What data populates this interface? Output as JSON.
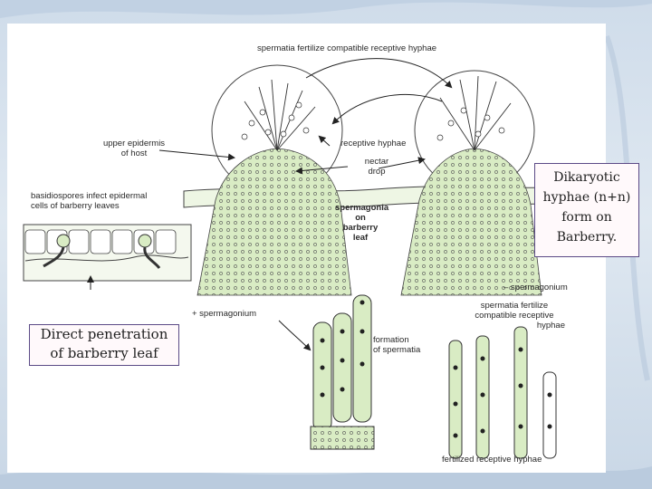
{
  "callouts": {
    "direct_penetration": [
      "Direct penetration",
      "of barberry leaf"
    ],
    "dikaryotic": [
      "Dikaryotic",
      "hyphae (n+n)",
      "form on",
      "Barberry."
    ]
  },
  "labels": {
    "spermatia_fertilize_top": "spermatia fertilize compatible receptive hyphae",
    "upper_epidermis": [
      "upper epidermis",
      "of host"
    ],
    "receptive_hyphae": "receptive hyphae",
    "nectar_drop": [
      "nectar",
      "drop"
    ],
    "basidiospores": [
      "basidiospores infect epidermal",
      "cells of barberry leaves"
    ],
    "spermagonia_on_leaf": [
      "spermagonia",
      "on",
      "barberry",
      "leaf"
    ],
    "minus_spermagonium": "– spermagonium",
    "plus_spermagonium": "+ spermagonium",
    "spermatia_fertilize_right": [
      "spermatia fertilize",
      "compatible receptive",
      "hyphae"
    ],
    "formation_spermatia": [
      "formation",
      "of spermatia"
    ],
    "fertilized_receptive": "fertilized receptive hyphae"
  },
  "colors": {
    "cell_fill": "#d9ecc4",
    "line": "#333333",
    "callout_border": "#5b4a86"
  }
}
